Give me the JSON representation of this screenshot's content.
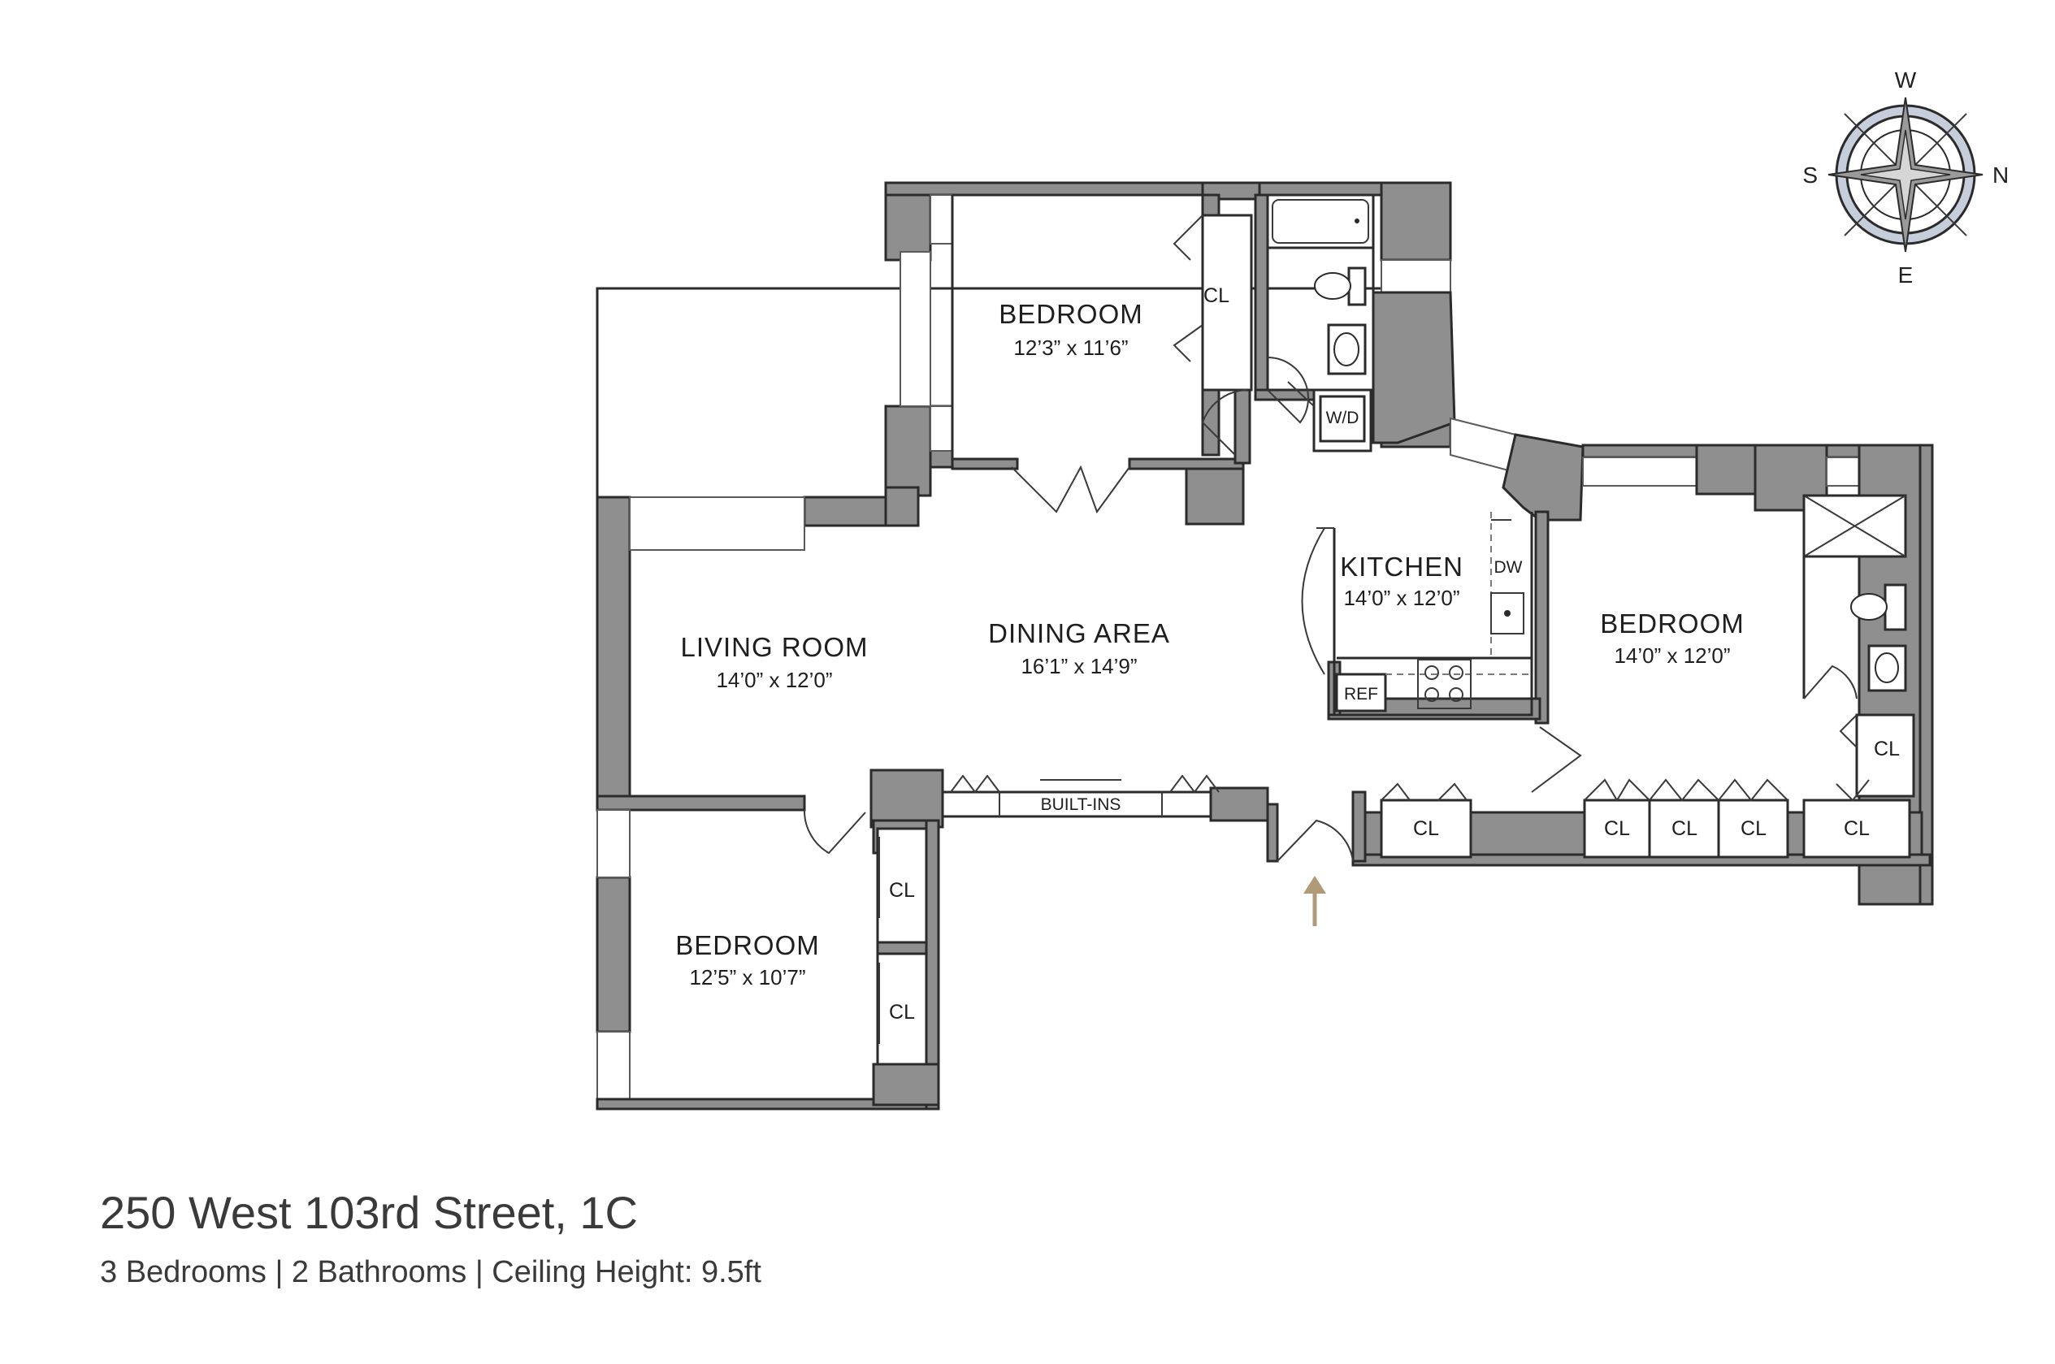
{
  "property": {
    "address": "250 West 103rd Street, 1C",
    "summary": "3 Bedrooms | 2 Bathrooms | Ceiling Height: 9.5ft"
  },
  "rooms": {
    "bedroom_top": {
      "name": "BEDROOM",
      "size": "12’3” x 11’6”"
    },
    "living_room": {
      "name": "LIVING ROOM",
      "size": "14’0” x 12’0”"
    },
    "dining_area": {
      "name": "DINING AREA",
      "size": "16’1” x 14’9”"
    },
    "kitchen": {
      "name": "KITCHEN",
      "size": "14’0” x 12’0”"
    },
    "bedroom_right": {
      "name": "BEDROOM",
      "size": "14’0” x 12’0”"
    },
    "bedroom_bottom": {
      "name": "BEDROOM",
      "size": "12’5” x 10’7”"
    }
  },
  "fixtures": {
    "closet": "CL",
    "washer_dryer": "W/D",
    "dishwasher": "DW",
    "refrigerator": "REF",
    "built_ins": "BUILT-INS"
  },
  "compass": {
    "north": "N",
    "south": "S",
    "east": "E",
    "west": "W"
  },
  "colors": {
    "wall_fill": "#8f8f8f",
    "entry_arrow": "#b09a78",
    "compass_ring": "#c7cedb",
    "text": "#3a3a3a"
  }
}
